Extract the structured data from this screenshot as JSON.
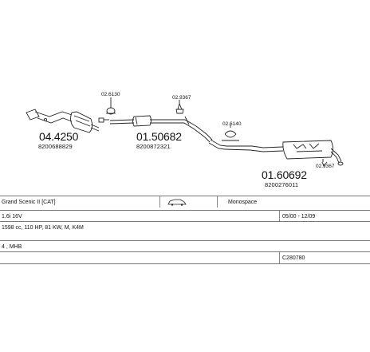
{
  "parts": [
    {
      "id": "part-1",
      "code": "04.4250",
      "ref": "8200688829"
    },
    {
      "id": "part-2",
      "code": "01.50682",
      "ref": "8200872321"
    },
    {
      "id": "part-3",
      "code": "01.60692",
      "ref": "8200276011"
    }
  ],
  "accessories": [
    {
      "id": "acc-1",
      "code": "02.6130"
    },
    {
      "id": "acc-2",
      "code": "02.9367"
    },
    {
      "id": "acc-3",
      "code": "02.6140"
    },
    {
      "id": "acc-4",
      "code": "02.9367"
    }
  ],
  "info": {
    "model": "Grand Scenic II [CAT]",
    "body_type": "Monospace",
    "engine": "1.6i 16V",
    "date_range": "05/00 - 12/09",
    "spec": "1598 cc, 110 HP, 81 KW, M, K4M",
    "extra": "4 , MHB",
    "catalog_no": "C280780"
  }
}
